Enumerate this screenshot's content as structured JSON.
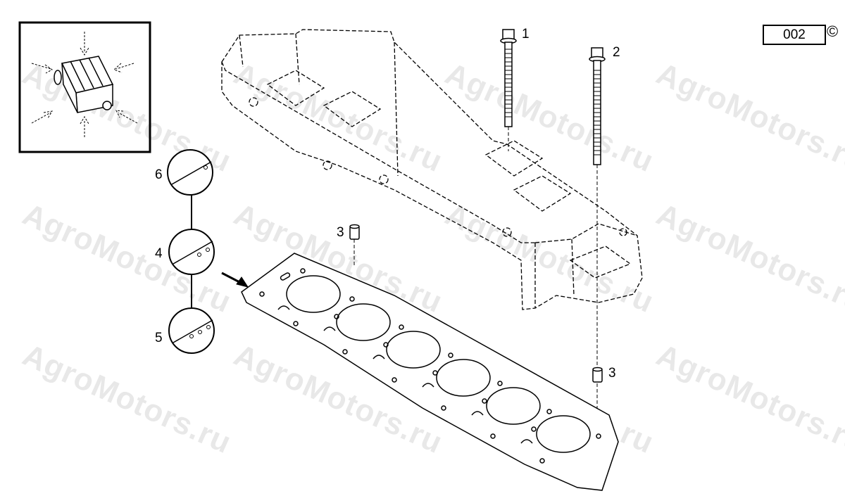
{
  "diagram": {
    "code": "002",
    "copyright_symbol": "©",
    "watermark": "AgroMotors.ru",
    "callouts": {
      "bolt_1": "1",
      "bolt_2": "2",
      "dowel_upper": "3",
      "dowel_lower": "3",
      "detail_6": "6",
      "detail_4": "4",
      "detail_5": "5"
    }
  }
}
